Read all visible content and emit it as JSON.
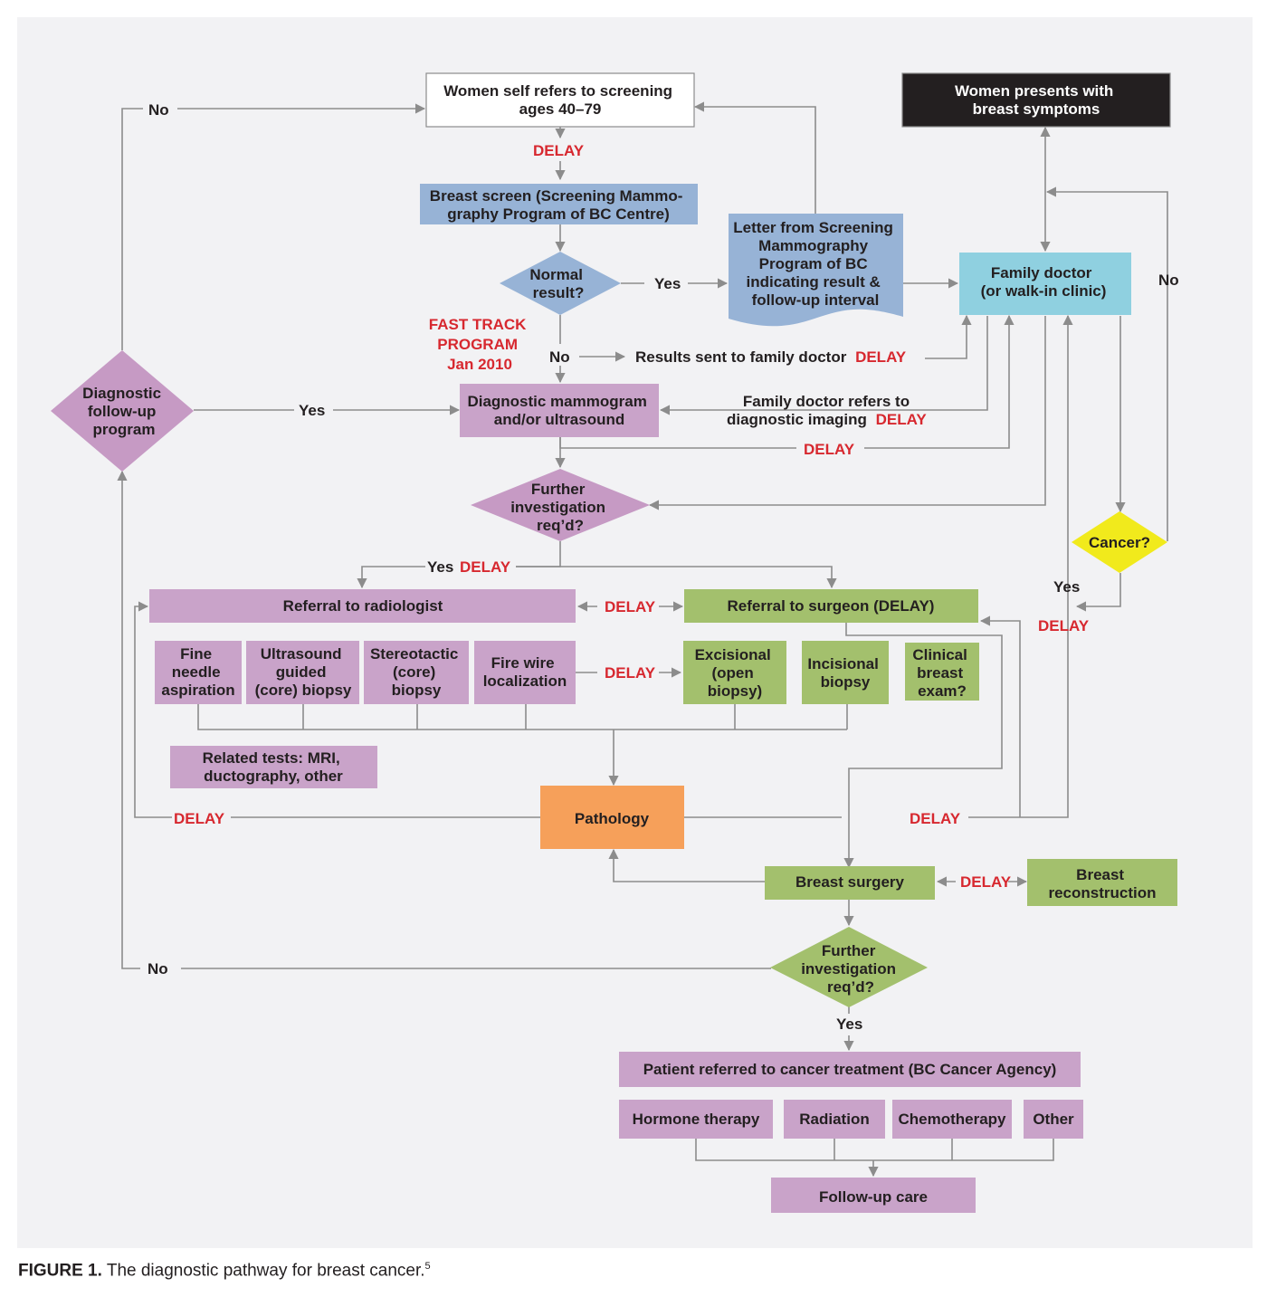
{
  "nodes": {
    "self_refer": [
      "Women self refers to screening",
      "ages 40–79"
    ],
    "breast_symptoms": [
      "Women presents with",
      "breast symptoms"
    ],
    "breast_screen": [
      "Breast screen (Screening Mammo-",
      "graphy Program of BC Centre)"
    ],
    "normal_result": [
      "Normal",
      "result?"
    ],
    "letter": [
      "Letter from Screening",
      "Mammography",
      "Program of BC",
      "indicating result &",
      "follow-up interval"
    ],
    "family_doctor": [
      "Family doctor",
      "(or walk-in clinic)"
    ],
    "fast_track": [
      "FAST TRACK",
      "PROGRAM",
      "Jan 2010"
    ],
    "diag_followup": [
      "Diagnostic",
      "follow-up",
      "program"
    ],
    "diag_mammo": [
      "Diagnostic mammogram",
      "and/or ultrasound"
    ],
    "fd_refers": [
      "Family doctor refers to",
      "diagnostic imaging"
    ],
    "results_sent": "Results sent to family doctor",
    "further_inv_1": [
      "Further",
      "investigation",
      "req’d?"
    ],
    "cancer": "Cancer?",
    "ref_radiologist": "Referral to radiologist",
    "ref_surgeon": "Referral to surgeon (DELAY)",
    "fna": [
      "Fine",
      "needle",
      "aspiration"
    ],
    "us_biopsy": [
      "Ultrasound",
      "guided",
      "(core) biopsy"
    ],
    "stereo": [
      "Stereotactic",
      "(core)",
      "biopsy"
    ],
    "firewire": [
      "Fire wire",
      "localization"
    ],
    "excisional": [
      "Excisional",
      "(open",
      "biopsy)"
    ],
    "incisional": [
      "Incisional",
      "biopsy"
    ],
    "clinical_exam": [
      "Clinical",
      "breast",
      "exam?"
    ],
    "related_tests": [
      "Related tests: MRI,",
      "ductography, other"
    ],
    "pathology": "Pathology",
    "breast_surgery": "Breast surgery",
    "reconstruction": [
      "Breast",
      "reconstruction"
    ],
    "further_inv_2": [
      "Further",
      "investigation",
      "req’d?"
    ],
    "cancer_treatment": "Patient referred to cancer treatment (BC Cancer Agency)",
    "hormone": "Hormone therapy",
    "radiation": "Radiation",
    "chemo": "Chemotherapy",
    "other": "Other",
    "followup_care": "Follow-up care"
  },
  "labels": {
    "yes": "Yes",
    "no": "No",
    "delay": "DELAY"
  },
  "caption": {
    "label": "FIGURE 1.",
    "text": " The diagnostic pathway for breast cancer.",
    "ref": "5"
  },
  "colors": {
    "background": "#f2f2f4",
    "white_box": "#ffffff",
    "black_box": "#231f20",
    "blue_box": "#97b3d6",
    "cyan_box": "#8fd0e0",
    "purple_box": "#c9a3c9",
    "purple_diamond": "#c69ac4",
    "green_box": "#a3c06d",
    "orange_box": "#f6a05a",
    "yellow_diamond": "#f1ea1c",
    "delay_red": "#d7282f",
    "line_grey": "#8c8c8c",
    "text": "#231f20"
  }
}
